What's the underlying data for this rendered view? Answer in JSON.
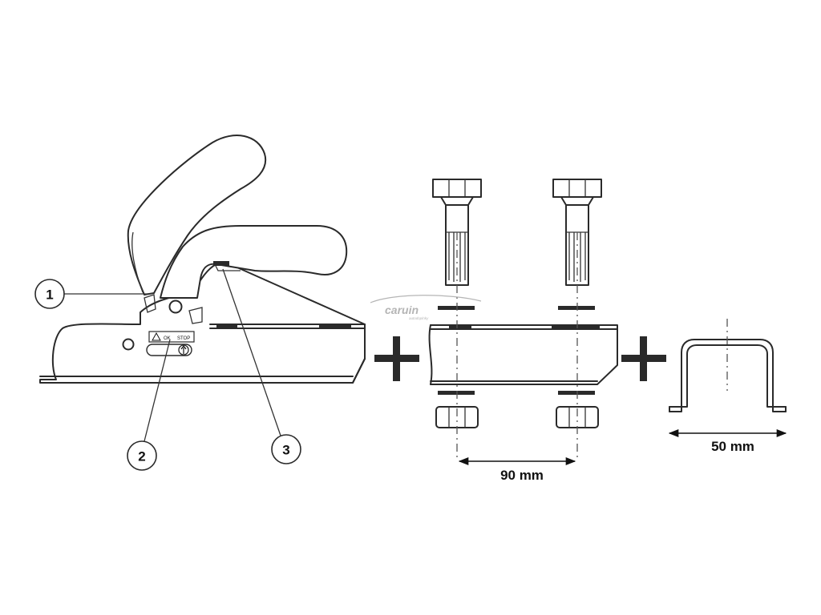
{
  "callouts": [
    {
      "number": "1"
    },
    {
      "number": "2"
    },
    {
      "number": "3"
    }
  ],
  "indicator": {
    "ok_label": "OK",
    "stop_label": "STOP"
  },
  "dimensions": {
    "bolt_spacing": "90 mm",
    "profile_width": "50 mm"
  },
  "watermark": {
    "brand": "caruin",
    "tagline": "autodoplnky"
  },
  "colors": {
    "line": "#2a2a2a",
    "background": "#ffffff",
    "watermark": "#b5b5b5"
  }
}
